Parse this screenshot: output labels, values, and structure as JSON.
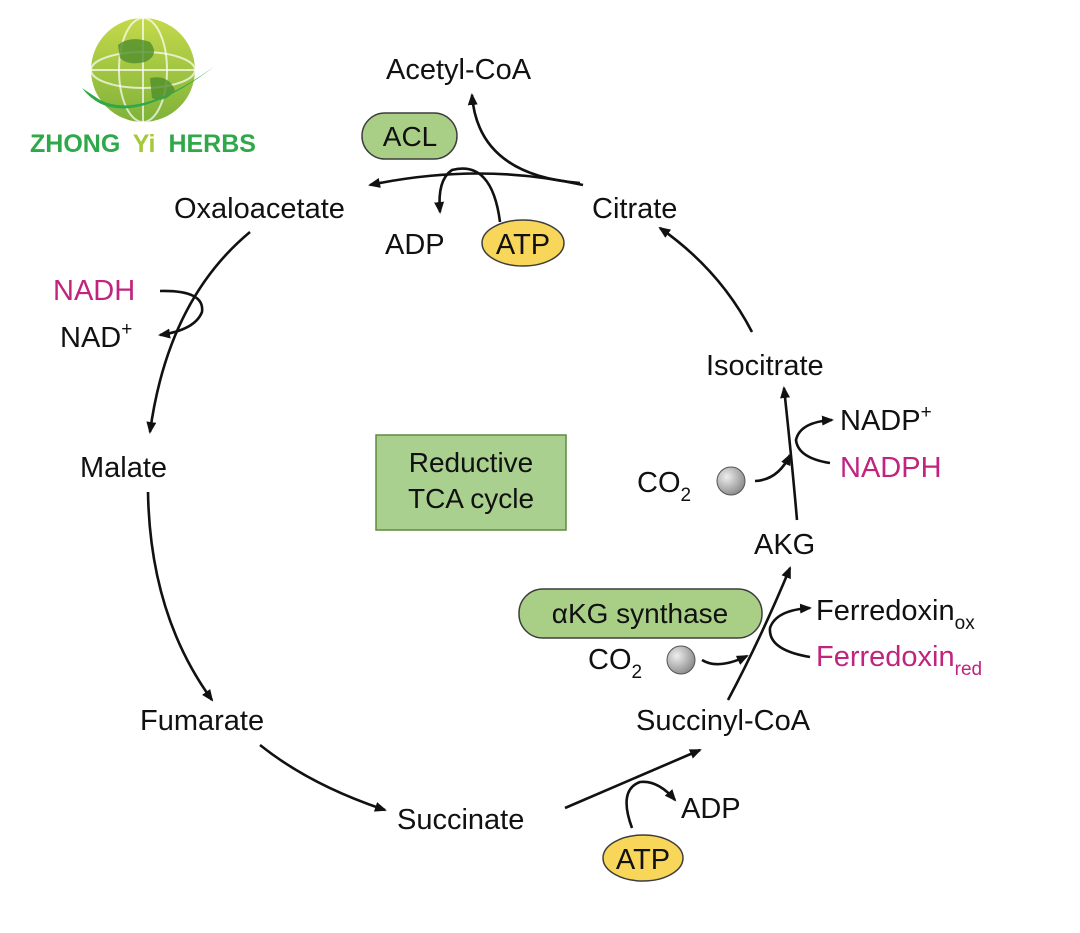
{
  "logo": {
    "word1": "ZHONG",
    "word2": "Yi",
    "word3": "HERBS",
    "green": "#2fa84a",
    "lime": "#a8c83a"
  },
  "center_box": {
    "line1": "Reductive",
    "line2": "TCA cycle"
  },
  "metabolites": {
    "acetyl_coa": "Acetyl-CoA",
    "oxaloacetate": "Oxaloacetate",
    "citrate": "Citrate",
    "isocitrate": "Isocitrate",
    "malate": "Malate",
    "akg": "AKG",
    "fumarate": "Fumarate",
    "succinyl_coa": "Succinyl-CoA",
    "succinate": "Succinate"
  },
  "enzymes": {
    "acl": "ACL",
    "akg_synthase": "αKG synthase"
  },
  "cofactors": {
    "adp_top": "ADP",
    "atp_top": "ATP",
    "nadh": "NADH",
    "nad_base": "NAD",
    "nad_sup": "+",
    "nadp_base": "NADP",
    "nadp_sup": "+",
    "nadph": "NADPH",
    "co2_iso_base": "CO",
    "co2_iso_sub": "2",
    "co2_akg_base": "CO",
    "co2_akg_sub": "2",
    "ferredoxin_ox_base": "Ferredoxin",
    "ferredoxin_ox_sub": "ox",
    "ferredoxin_red_base": "Ferredoxin",
    "ferredoxin_red_sub": "red",
    "adp_bottom": "ADP",
    "atp_bottom": "ATP"
  },
  "colors": {
    "enzyme_fill": "#a9cf87",
    "box_fill": "#a9d08e",
    "atp_fill": "#f7d65a",
    "reduced_cofactor": "#c0247e",
    "co2_ball": "#9a9a9a"
  }
}
